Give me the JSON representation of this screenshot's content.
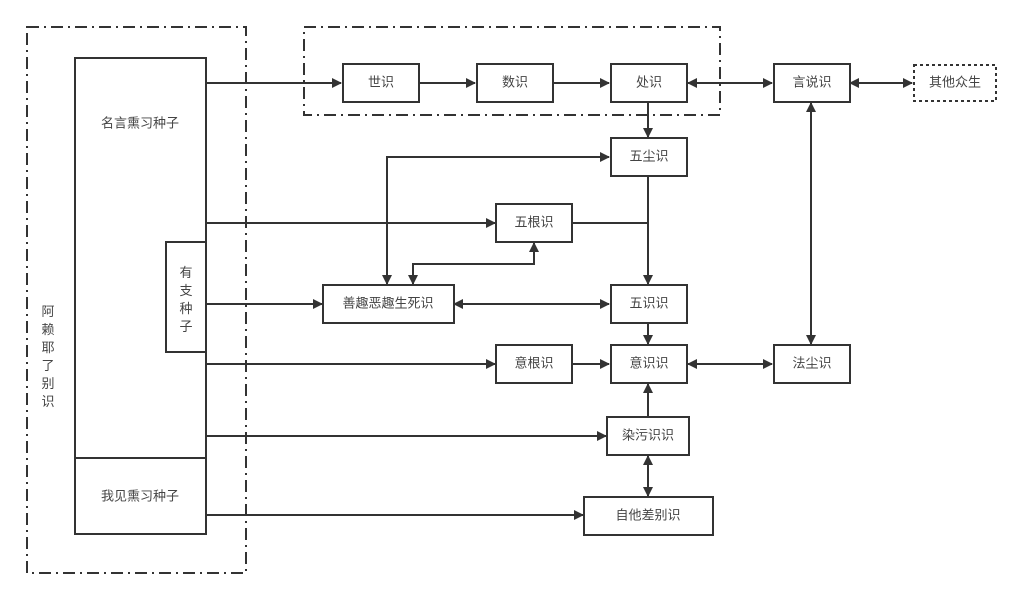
{
  "diagram": {
    "groups": {
      "alaya": {
        "label": "阿赖耶了别识"
      },
      "top": {
        "label": ""
      }
    },
    "nodes": {
      "mingyan": {
        "label": "名言熏习种子"
      },
      "youzhi": {
        "label": "有支种子"
      },
      "wojian": {
        "label": "我见熏习种子"
      },
      "shi": {
        "label": "世识"
      },
      "shu": {
        "label": "数识"
      },
      "chu": {
        "label": "处识"
      },
      "yanshuo": {
        "label": "言说识"
      },
      "qita": {
        "label": "其他众生"
      },
      "wuchen": {
        "label": "五尘识"
      },
      "wugen": {
        "label": "五根识"
      },
      "shanqu": {
        "label": "善趣恶趣生死识"
      },
      "wushi": {
        "label": "五识识"
      },
      "yigen": {
        "label": "意根识"
      },
      "yishi": {
        "label": "意识识"
      },
      "fachen": {
        "label": "法尘识"
      },
      "ranwu": {
        "label": "染污识识"
      },
      "zita": {
        "label": "自他差别识"
      }
    },
    "edges": [
      {
        "from": "mingyan",
        "to": "shi",
        "direction": "forward"
      },
      {
        "from": "shi",
        "to": "shu",
        "direction": "forward"
      },
      {
        "from": "shu",
        "to": "chu",
        "direction": "forward"
      },
      {
        "from": "chu",
        "to": "yanshuo",
        "direction": "both"
      },
      {
        "from": "yanshuo",
        "to": "qita",
        "direction": "both"
      },
      {
        "from": "chu",
        "to": "wuchen",
        "direction": "forward"
      },
      {
        "from": "shanqu",
        "to": "wuchen",
        "direction": "both"
      },
      {
        "from": "mingyan",
        "to": "wugen",
        "direction": "forward"
      },
      {
        "from": "wugen",
        "to": "shanqu",
        "direction": "both"
      },
      {
        "from": "wuchen",
        "to": "wushi",
        "direction": "forward"
      },
      {
        "from": "wugen",
        "to": "wushi",
        "direction": "forward"
      },
      {
        "from": "youzhi",
        "to": "shanqu",
        "direction": "forward"
      },
      {
        "from": "shanqu",
        "to": "wushi",
        "direction": "both"
      },
      {
        "from": "wushi",
        "to": "yishi",
        "direction": "forward"
      },
      {
        "from": "mingyan",
        "to": "yigen",
        "direction": "forward"
      },
      {
        "from": "yigen",
        "to": "yishi",
        "direction": "forward"
      },
      {
        "from": "yishi",
        "to": "fachen",
        "direction": "both"
      },
      {
        "from": "yanshuo",
        "to": "fachen",
        "direction": "both"
      },
      {
        "from": "mingyan",
        "to": "ranwu",
        "direction": "forward"
      },
      {
        "from": "ranwu",
        "to": "yishi",
        "direction": "forward"
      },
      {
        "from": "ranwu",
        "to": "zita",
        "direction": "both"
      },
      {
        "from": "wojian",
        "to": "zita",
        "direction": "forward"
      }
    ]
  }
}
